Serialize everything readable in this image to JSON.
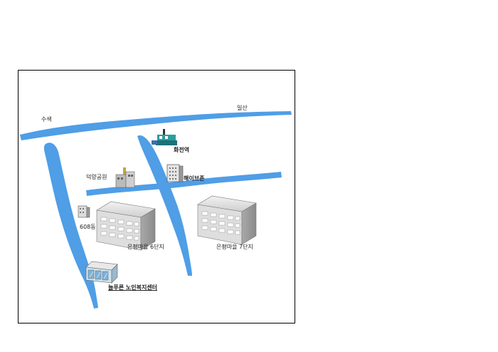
{
  "map": {
    "colors": {
      "road": "#4f9ee6",
      "building": "#d6d6d6",
      "station": "#2a9d9d"
    },
    "labels": {
      "suseo": "수색",
      "ilsan": "일산",
      "station": "화전역",
      "factory": "덕양공원",
      "apartment_tower": "해이브존",
      "dong_608": "608동",
      "eunpyeong_6": "은평마을 6단지",
      "eunpyeong_7": "은평마을 7단지",
      "senior_center": "늘푸른 노인복지센터"
    },
    "icons": {
      "station": "train-station-icon",
      "factory": "factory-icon",
      "tower": "office-tower-icon",
      "small_building": "small-building-icon",
      "apartment": "apartment-block-icon",
      "center": "welfare-center-icon"
    }
  }
}
